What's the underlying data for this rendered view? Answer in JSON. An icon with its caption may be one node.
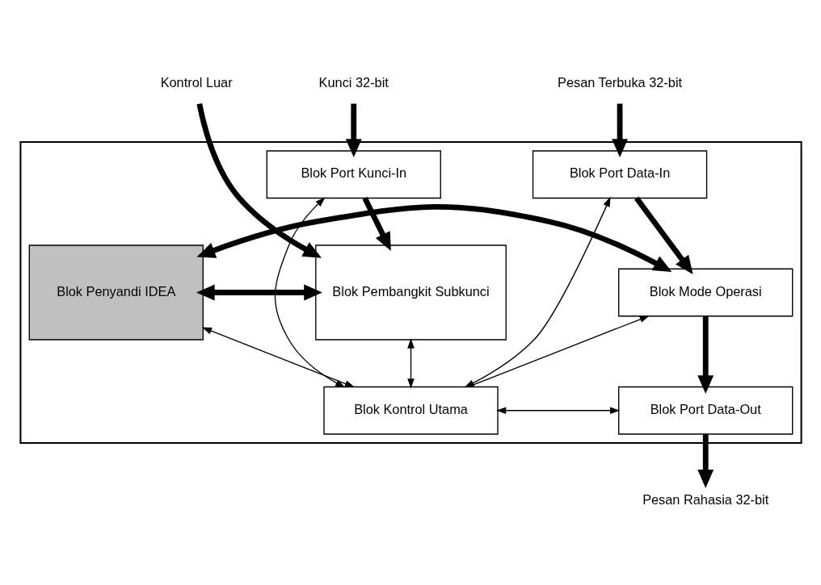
{
  "diagram": {
    "nodes": [
      {
        "text": [],
        "shape": "box"
      },
      {
        "text": [
          "Pesan Terbuka 32-bit"
        ]
      },
      {
        "text": [
          "Kunci 32-bit"
        ]
      },
      {
        "text": [
          "Blok Port Data-In"
        ],
        "in": 0
      },
      {
        "text": [
          "Blok Port Kunci-In"
        ],
        "in": 0
      },
      {
        "text": [
          "Blok Mode Operasi"
        ],
        "in": 0
      },
      {
        "text": [
          "Blok Penyandi IDEA"
        ],
        "in": 0
      },
      {
        "text": [
          "Blok Pembangkit Subkunci"
        ],
        "in": 0
      },
      {
        "text": [
          "Kontrol Luar"
        ]
      },
      {
        "text": [
          "Blok Port Data-Out"
        ],
        "in": 0
      },
      {
        "text": [
          "Blok Kontrol Utama"
        ],
        "in": 0
      },
      {
        "text": [
          "Pesan Rahasia 32-bit"
        ]
      }
    ],
    "edges": [
      {
        "from": 1,
        "to": 3,
        "arrow": "to"
      },
      {
        "from": 2,
        "to": 4,
        "arrow": "to"
      },
      {
        "from": 3,
        "to": 5,
        "arrow": "to"
      },
      {
        "from": 4,
        "to": 7,
        "arrow": "to"
      },
      {
        "from": 5,
        "to": 6,
        "arrow": "both"
      },
      {
        "from": 6,
        "to": 7,
        "arrow": "both"
      },
      {
        "from": 8,
        "to": 7,
        "arrow": "to"
      },
      {
        "from": 5,
        "to": 9,
        "arrow": "to"
      },
      {
        "from": 9,
        "to": 11,
        "arrow": "to"
      },
      {
        "from": 3,
        "to": 10,
        "arrow": "both"
      },
      {
        "from": 10,
        "to": 5,
        "arrow": "to"
      },
      {
        "from": 9,
        "to": 10,
        "arrow": "both"
      },
      {
        "from": 6,
        "to": 10,
        "arrow": "both"
      },
      {
        "from": 4,
        "to": 10,
        "arrow": "both"
      },
      {
        "from": 7,
        "to": 10,
        "arrow": "both"
      }
    ]
  }
}
